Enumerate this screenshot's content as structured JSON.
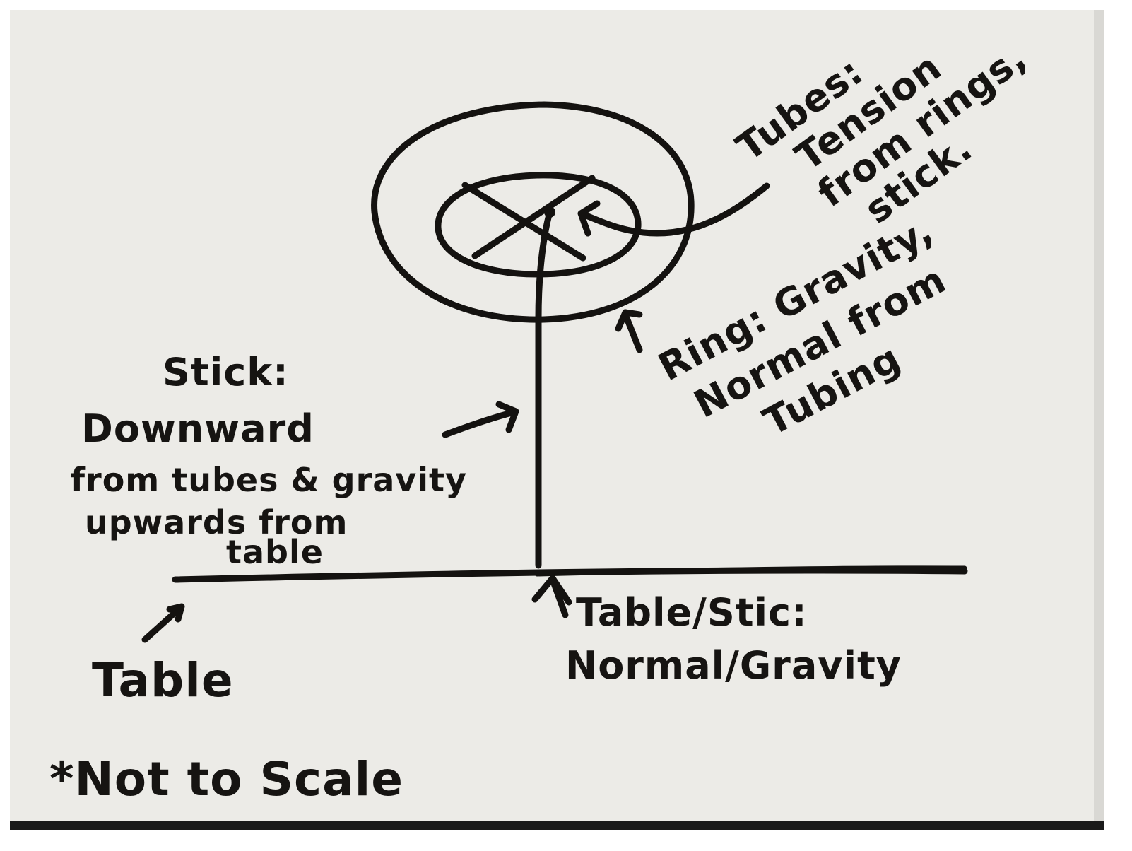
{
  "whiteboard": {
    "tubes_label": [
      "Tubes:",
      "Tension",
      "from rings,",
      "stick."
    ],
    "ring_label": [
      "Ring: Gravity,",
      "Normal from",
      "Tubing"
    ],
    "stick_label": [
      "Stick:",
      "Downward",
      "from tubes & gravity",
      "upwards from",
      "table"
    ],
    "table_stick_label": [
      "Table/Stic:",
      "Normal/Gravity"
    ],
    "table_label": "Table",
    "scale_note": "*Not to Scale"
  }
}
